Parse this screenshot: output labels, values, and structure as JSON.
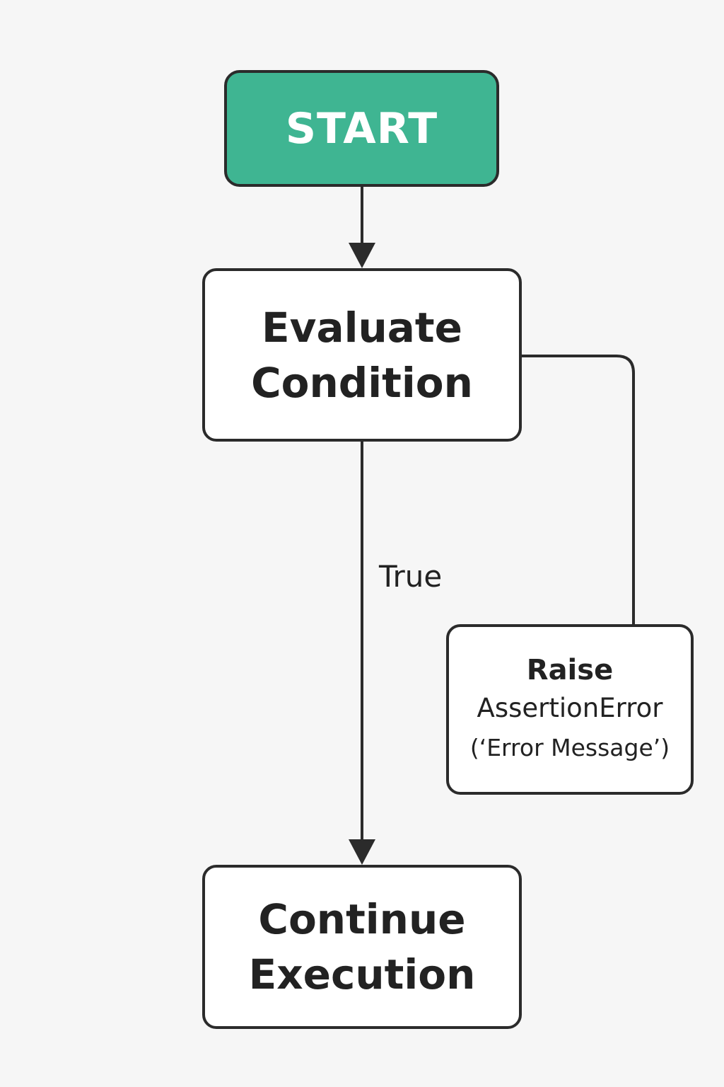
{
  "diagram": {
    "nodes": {
      "start": {
        "label": "START",
        "fill": "#3fb592"
      },
      "evaluate": {
        "lines": [
          "Evaluate",
          "Condition"
        ]
      },
      "raise": {
        "lines": [
          "Raise",
          "AssertionError",
          "(‘Error Message’)"
        ]
      },
      "continue": {
        "lines": [
          "Continue",
          "Execution"
        ]
      }
    },
    "edges": [
      {
        "from": "start",
        "to": "evaluate",
        "label": ""
      },
      {
        "from": "evaluate",
        "to": "continue",
        "label": "True"
      },
      {
        "from": "evaluate",
        "to": "raise",
        "label": ""
      }
    ],
    "colors": {
      "background": "#f6f6f6",
      "stroke": "#2b2b2b",
      "start_fill": "#3fb592"
    }
  }
}
